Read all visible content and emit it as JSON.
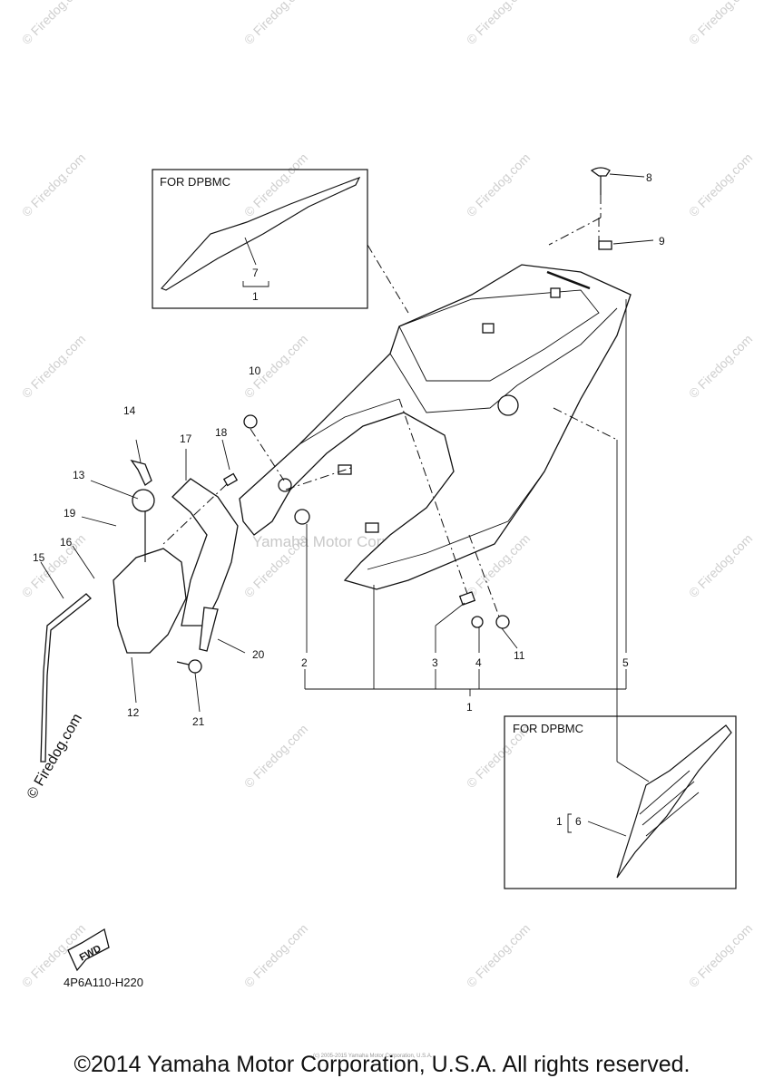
{
  "watermark": {
    "site": "© Firedog.com",
    "center": "Yamaha Motor Corp., U.S.A."
  },
  "inset_top": {
    "title": "FOR DPBMC",
    "ref_top": "7",
    "ref_bottom": "1"
  },
  "inset_bottom": {
    "title": "FOR DPBMC",
    "ref_left": "1",
    "ref_right": "6"
  },
  "callouts": {
    "c1": "1",
    "c2": "2",
    "c3": "3",
    "c4": "4",
    "c5": "5",
    "c8": "8",
    "c9": "9",
    "c10": "10",
    "c11": "11",
    "c12": "12",
    "c13": "13",
    "c14": "14",
    "c15": "15",
    "c16": "16",
    "c17": "17",
    "c18": "18",
    "c19": "19",
    "c20": "20",
    "c21": "21"
  },
  "fwd_label": "FWD",
  "diagram_code": "4P6A110-H220",
  "tiny_notice": "(c) 2005-2015 Yamaha Motor Corporation, U.S.A.",
  "copyright": "©2014 Yamaha Motor Corporation, U.S.A. All rights reserved."
}
